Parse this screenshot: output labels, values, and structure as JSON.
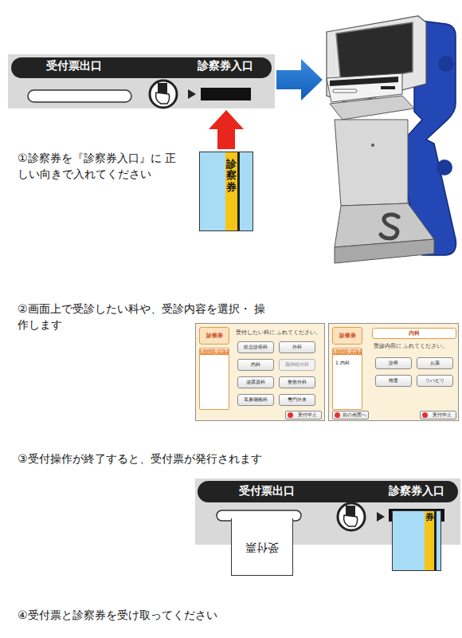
{
  "diagram": {
    "nodes": [
      {
        "text": [
          "受付票出口",
          "診察券入口"
        ]
      },
      {
        "text": [
          "診察券"
        ]
      },
      {
        "text": [
          "受付したい科に ふれてください。"
        ]
      },
      {
        "text": [
          "診察券"
        ],
        "in": 2
      },
      {
        "text": [
          "本日の受付予定"
        ],
        "in": 2
      },
      {
        "text": [
          "総合診療科"
        ],
        "in": 2
      },
      {
        "text": [
          "外科"
        ],
        "in": 2
      },
      {
        "text": [
          "内科"
        ],
        "in": 2
      },
      {
        "text": [
          "脳神経外科"
        ],
        "in": 2
      },
      {
        "text": [
          "泌尿器科"
        ],
        "in": 2
      },
      {
        "text": [
          "整形外科"
        ],
        "in": 2
      },
      {
        "text": [
          "耳鼻咽喉科"
        ],
        "in": 2
      },
      {
        "text": [
          "専門外来"
        ],
        "in": 2
      },
      {
        "text": [
          "受付中止"
        ],
        "in": 2
      },
      {
        "text": [
          "受診内容に ふれてください。"
        ]
      },
      {
        "text": [
          "診察券"
        ],
        "in": 14
      },
      {
        "text": [
          "本日の受付予定",
          "1 内科"
        ],
        "in": 14
      },
      {
        "text": [
          "内科"
        ],
        "in": 14
      },
      {
        "text": [
          "診察"
        ],
        "in": 14
      },
      {
        "text": [
          "お薬"
        ],
        "in": 14
      },
      {
        "text": [
          "検査"
        ],
        "in": 14
      },
      {
        "text": [
          "リハビリ"
        ],
        "in": 14
      },
      {
        "text": [
          "前の画面へ"
        ],
        "in": 14
      },
      {
        "text": [
          "受付中止"
        ],
        "in": 14
      },
      {
        "text": [
          "受付票出口",
          "診察券入口"
        ]
      },
      {
        "text": [
          "受付票"
        ]
      },
      {
        "text": [
          "券"
        ]
      }
    ],
    "edges": [
      {
        "from": 1,
        "to": 0,
        "arrow": "to"
      }
    ],
    "labels": [
      "①診察券を『診察券入口』に 正しい向きで入れてください",
      "②画面上で受診したい科や、受診内容を選択・ 操作します",
      "③受付操作が終了すると、受付票が発行されます",
      "④受付票と診察券を受け取ってください"
    ]
  }
}
